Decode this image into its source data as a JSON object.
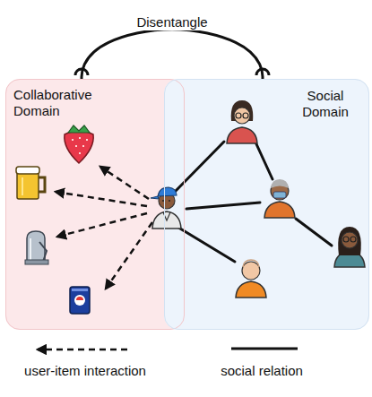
{
  "diagram": {
    "nodes": [
      {
        "text": [
          "Collaborative Domain"
        ]
      },
      {
        "text": [
          "Social Domain"
        ]
      }
    ],
    "edges": [
      {
        "from": 0,
        "to": 1,
        "arrow": "none",
        "label": "Disentangle"
      }
    ],
    "legend": [
      {
        "text": "user-item interaction"
      },
      {
        "text": "social relation"
      }
    ]
  }
}
